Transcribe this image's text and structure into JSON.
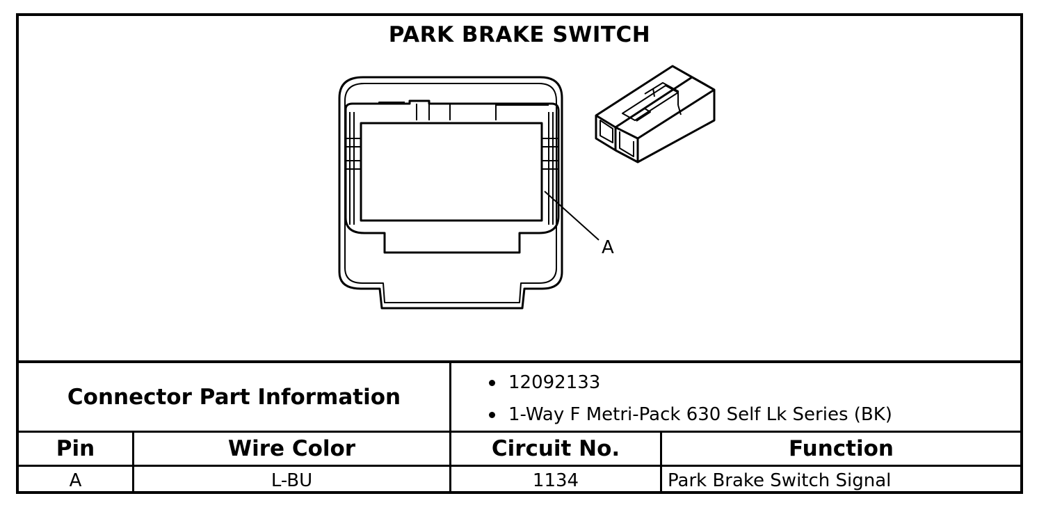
{
  "title": "PARK BRAKE SWITCH",
  "callout_label": "A",
  "connector_info": {
    "label": "Connector Part Information",
    "items": [
      "12092133",
      "1-Way F Metri-Pack 630 Self Lk Series (BK)"
    ]
  },
  "table": {
    "headers": [
      "Pin",
      "Wire Color",
      "Circuit No.",
      "Function"
    ],
    "rows": [
      [
        "A",
        "L-BU",
        "1134",
        "Park Brake Switch Signal"
      ]
    ]
  }
}
